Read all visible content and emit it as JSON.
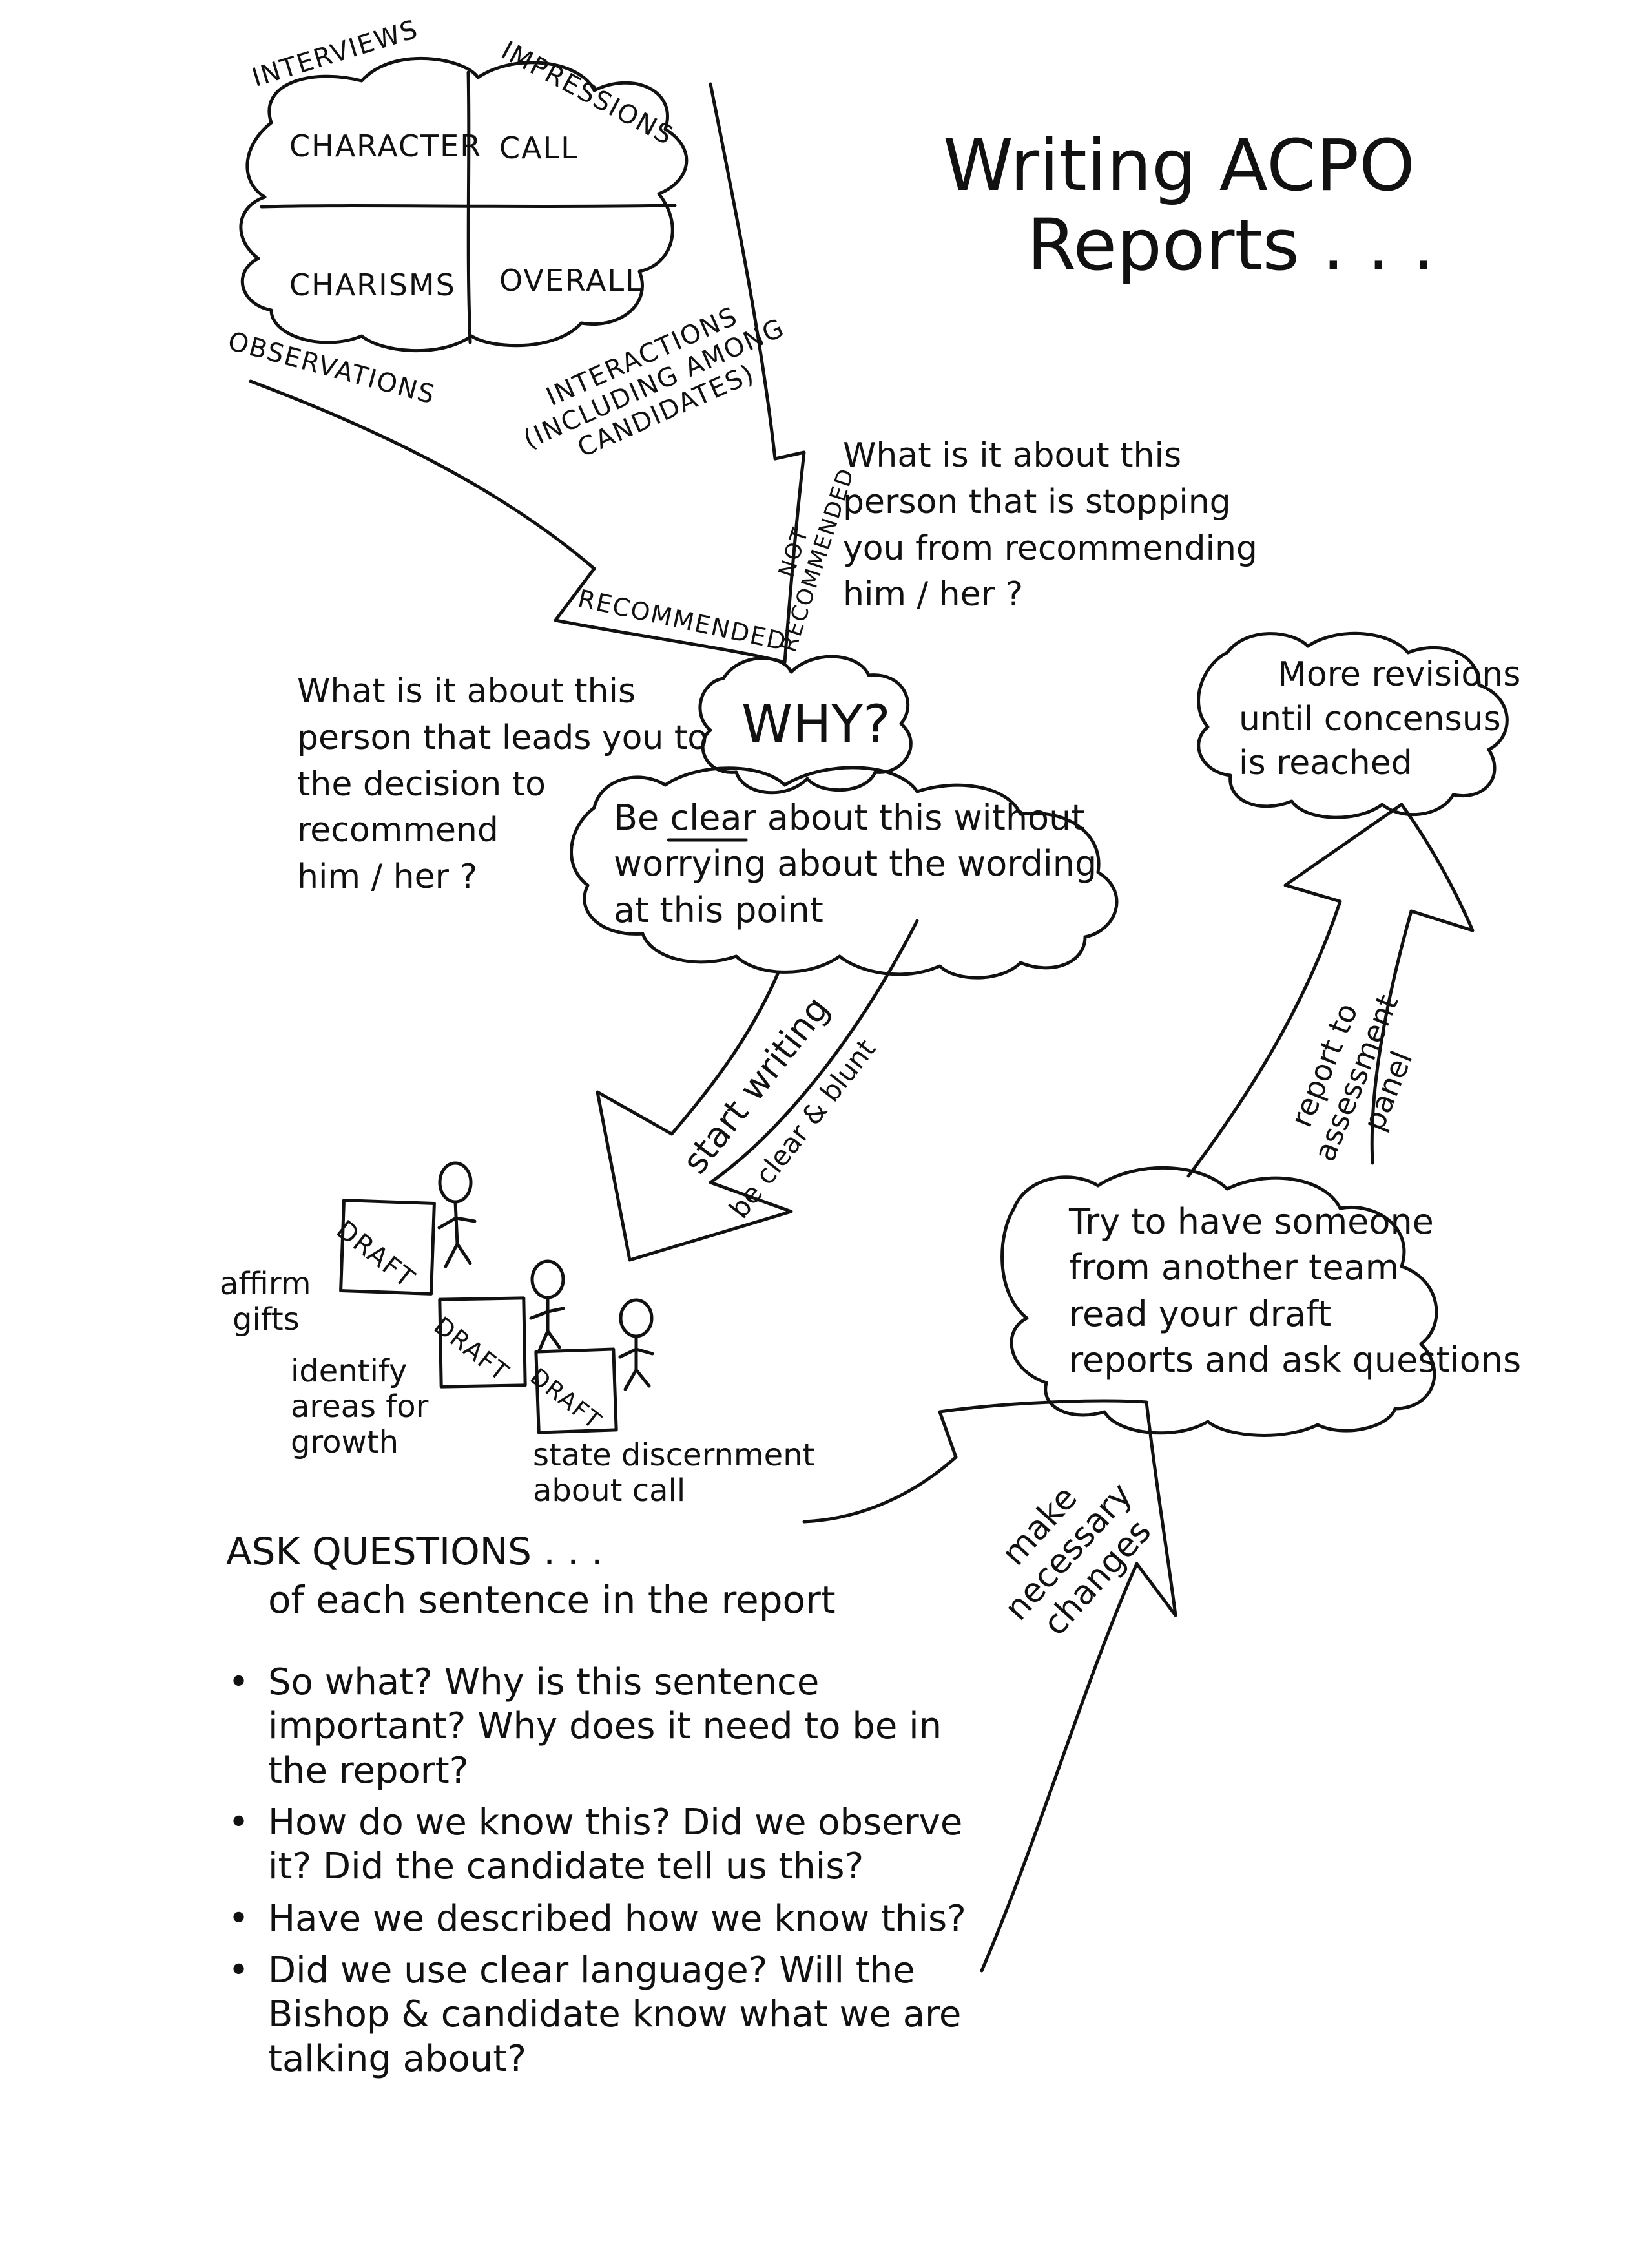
{
  "title": [
    "Writing ACPO",
    "Reports . . ."
  ],
  "quadrant": {
    "top_left": "CHARACTER",
    "top_right": "CALL",
    "bottom_left": "CHARISMS",
    "bottom_right": "OVERALL"
  },
  "ring_labels": {
    "interviews": "INTERVIEWS",
    "impressions": "IMPRESSIONS",
    "observations": "OBSERVATIONS",
    "interactions": [
      "INTERACTIONS",
      "(INCLUDING AMONG",
      "CANDIDATES)"
    ]
  },
  "funnel": {
    "recommended": "RECOMMENDED",
    "not_recommended": [
      "NOT",
      "RECOMMENDED"
    ]
  },
  "not_recommended_note": [
    "What is it about this",
    "person that is stopping",
    "you from recommending",
    "him / her ?"
  ],
  "recommended_note": [
    "What is it about this",
    "person that leads you to",
    "the decision to",
    "recommend",
    "him / her ?"
  ],
  "why_cloud": "WHY?",
  "clear_cloud": {
    "prefix": "Be ",
    "emphasis": "clear",
    "rest": [
      " about this without",
      "worrying about the wording",
      "at this point"
    ]
  },
  "start_arrow": {
    "label": "start writing",
    "sublabel": "be clear & blunt"
  },
  "drafts": {
    "draft_label": "DRAFT",
    "steps": [
      [
        "affirm",
        "gifts"
      ],
      [
        "identify",
        "areas for",
        "growth"
      ],
      [
        "state discernment",
        "about call"
      ]
    ]
  },
  "ask_questions": {
    "heading": "ASK QUESTIONS . . .",
    "subheading": "of each sentence in the report",
    "bullets": [
      "So what? Why is this sentence important? Why does it need to be in the report?",
      "How do we know this? Did we observe it? Did the candidate tell us this?",
      "Have we described how we know this?",
      "Did we use clear language? Will the Bishop & candidate know what we are talking about?"
    ]
  },
  "changes_arrow": [
    "make",
    "necessary",
    "changes"
  ],
  "peer_cloud": [
    "Try to have someone",
    "from another team",
    "read your draft",
    "reports and ask questions"
  ],
  "panel_arrow": [
    "report to",
    "assessment",
    "panel"
  ],
  "revisions_cloud": [
    "More revisions",
    "until concensus",
    "is reached"
  ]
}
